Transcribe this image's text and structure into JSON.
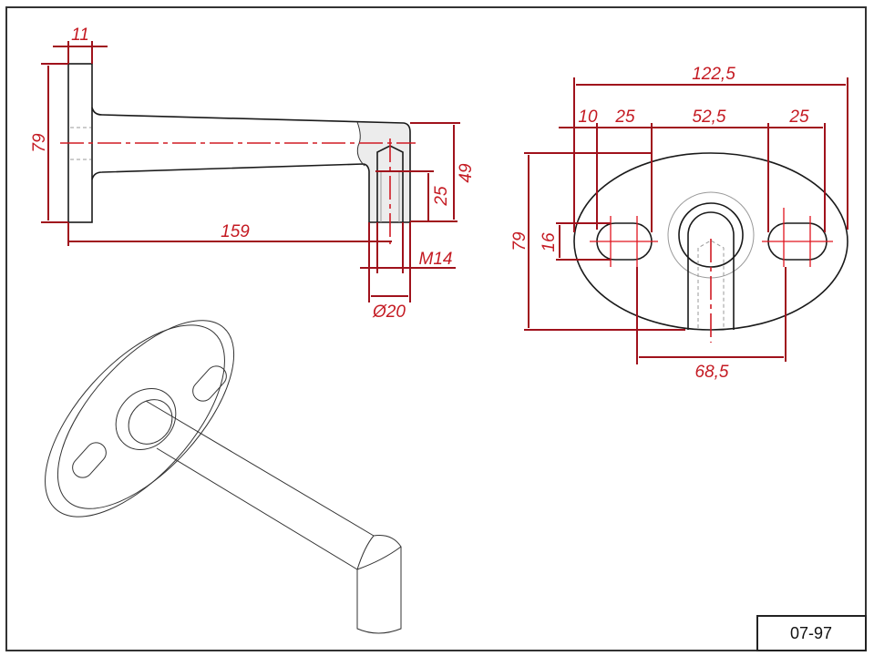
{
  "drawing_code": "07-97",
  "side_view": {
    "flange_thickness": "11",
    "flange_height": "79",
    "length": "159",
    "end_height": "49",
    "thread_depth": "25",
    "thread": "M14",
    "diameter": "Ø20"
  },
  "front_view": {
    "overall_width": "122,5",
    "edge_to_slot": "10",
    "slot_length_left": "25",
    "slot_gap": "52,5",
    "slot_length_right": "25",
    "height": "79",
    "slot_width": "16",
    "slot_spacing": "68,5"
  },
  "colors": {
    "dimension": "#c41a22",
    "outline": "#1a1a1a"
  }
}
